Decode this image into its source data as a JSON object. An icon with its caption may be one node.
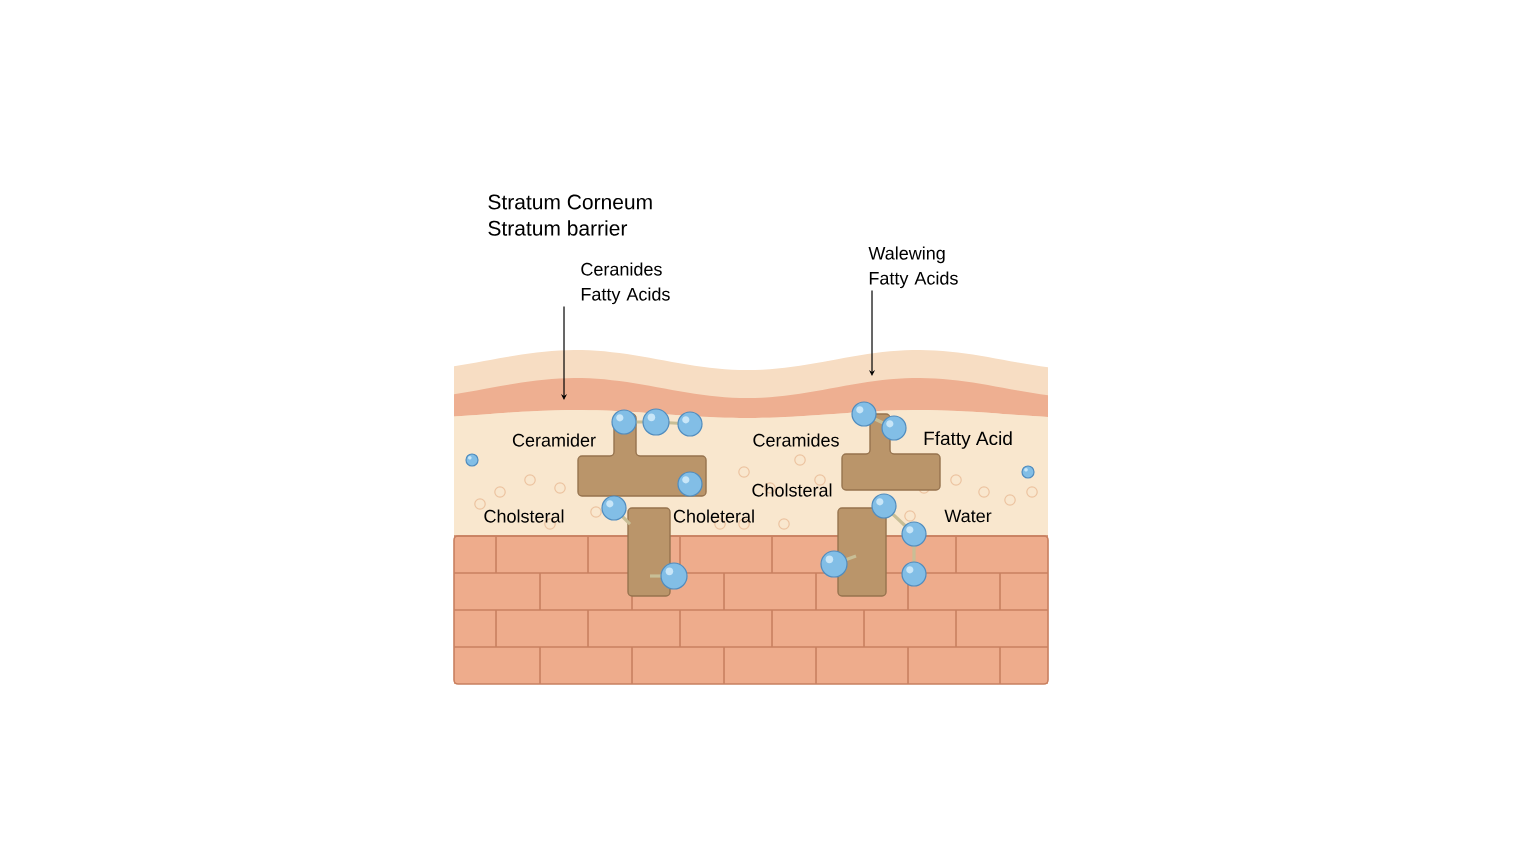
{
  "diagram": {
    "nodes": [
      {
        "text": [
          "Ceranides Fatty Acids"
        ]
      },
      {
        "text": [
          "Walewing Fatty Acids"
        ]
      }
    ],
    "edges": [
      {
        "from": 0,
        "to": null,
        "arrow": "to"
      },
      {
        "from": 1,
        "to": null,
        "arrow": "to"
      }
    ],
    "labels": [
      "Stratum Corneum",
      "Stratum barrier",
      "Ceramider",
      "Ceramides",
      "Ffatty Acid",
      "Cholsteral",
      "Cholsteral",
      "Choleteral",
      "Water"
    ]
  }
}
